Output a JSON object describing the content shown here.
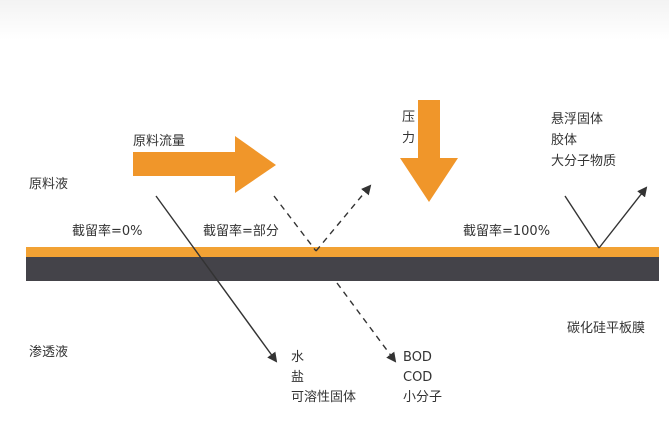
{
  "labels": {
    "feed_liquid": "原料液",
    "feed_flow": "原料流量",
    "pressure_line1": "压",
    "pressure_line2": "力",
    "retained": [
      "悬浮固体",
      "胶体",
      "大分子物质"
    ],
    "rejection_0": "截留率=0%",
    "rejection_partial": "截留率=部分",
    "rejection_100": "截留率=100%",
    "permeate": "渗透液",
    "membrane_name": "碳化硅平板膜",
    "pass_through": [
      "水",
      "盐",
      "可溶性固体"
    ],
    "partial_pass": [
      "BOD",
      "COD",
      "小分子"
    ]
  },
  "colors": {
    "accent_orange": "#f0962a",
    "membrane_dark": "#444349",
    "membrane_top": "#f2a234",
    "line": "#333333"
  },
  "icons": {
    "feed_flow_arrow": "arrow-right",
    "pressure_arrow": "arrow-down"
  }
}
